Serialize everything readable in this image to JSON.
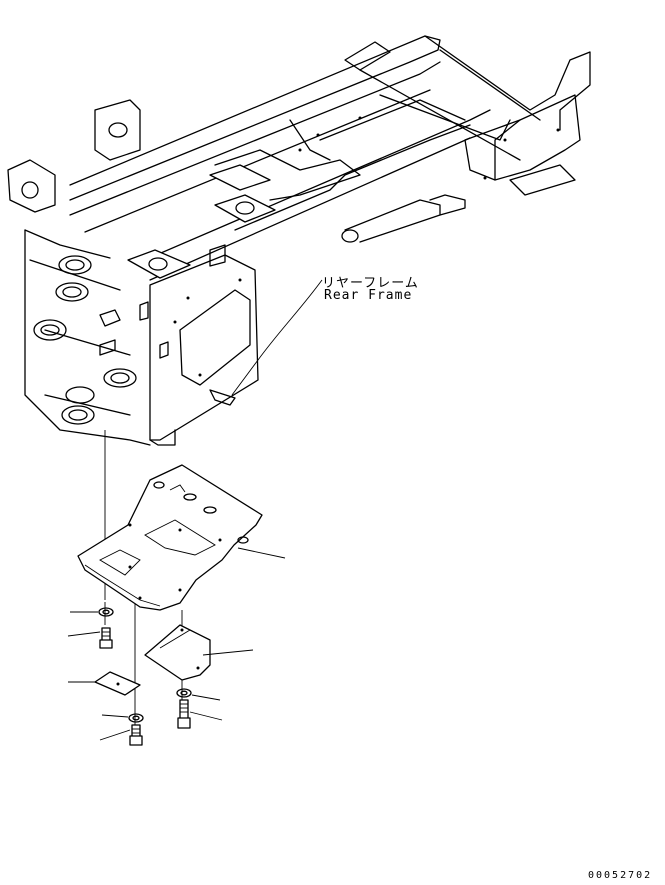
{
  "callout": {
    "japanese": "リヤーフレーム",
    "english": "Rear Frame"
  },
  "drawing_number": "00052702"
}
